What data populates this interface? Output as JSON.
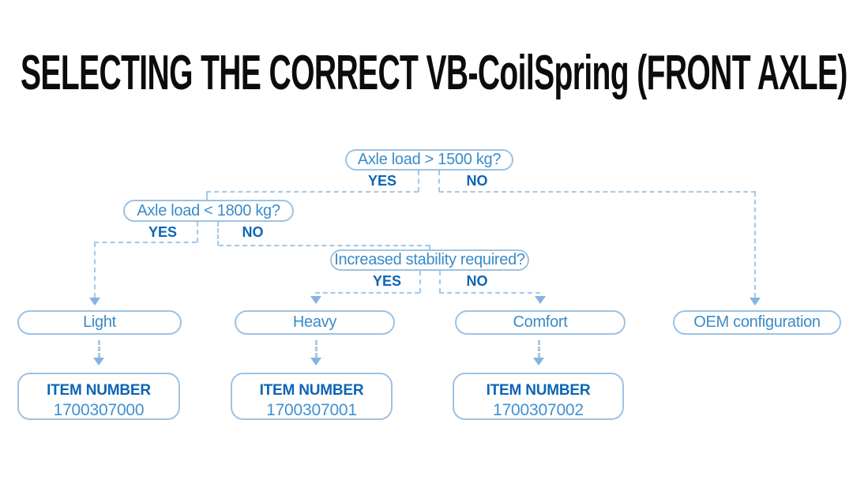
{
  "title": "SELECTING THE CORRECT VB-CoilSpring (FRONT AXLE)",
  "colors": {
    "title_text": "#0c0c0c",
    "box_border": "#9ec2e2",
    "box_text": "#3a8bc8",
    "yes_no_text": "#0d65b5",
    "item_label_text": "#0d65b5",
    "item_number_text": "#4190cf",
    "dashed_line": "#a6c8e6",
    "arrowhead": "#85b4de",
    "background": "#ffffff"
  },
  "flowchart": {
    "decisions": [
      {
        "question": "Axle load > 1500 kg?",
        "yes_label": "YES",
        "no_label": "NO"
      },
      {
        "question": "Axle load < 1800 kg?",
        "yes_label": "YES",
        "no_label": "NO"
      },
      {
        "question": "Increased stability required?",
        "yes_label": "YES",
        "no_label": "NO"
      }
    ],
    "outcomes": [
      {
        "label": "Light",
        "item_number_label": "ITEM NUMBER",
        "item_number": "1700307000"
      },
      {
        "label": "Heavy",
        "item_number_label": "ITEM NUMBER",
        "item_number": "1700307001"
      },
      {
        "label": "Comfort",
        "item_number_label": "ITEM NUMBER",
        "item_number": "1700307002"
      },
      {
        "label": "OEM configuration"
      }
    ]
  }
}
